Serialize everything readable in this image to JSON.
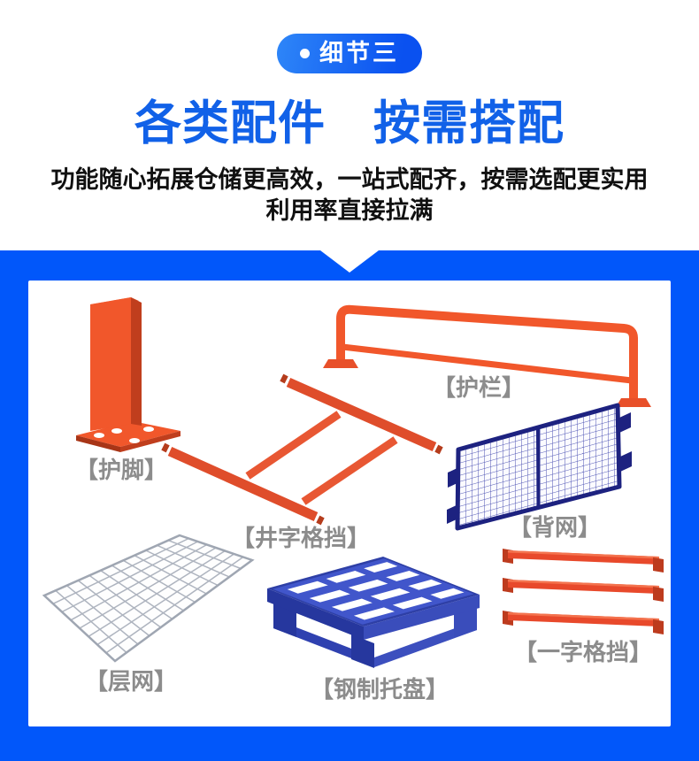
{
  "badge": {
    "label": "细节三"
  },
  "header": {
    "title": "各类配件　按需搭配",
    "subtitle_line1": "功能随心拓展仓储更高效，一站式配齐，按需选配更实用",
    "subtitle_line2": "利用率直接拉满"
  },
  "products": [
    {
      "id": "corner-guard",
      "label": "【护脚】"
    },
    {
      "id": "guardrail",
      "label": "【护栏】"
    },
    {
      "id": "grid-baffle",
      "label": "【井字格挡】"
    },
    {
      "id": "back-mesh",
      "label": "【背网】"
    },
    {
      "id": "layer-mesh",
      "label": "【层网】"
    },
    {
      "id": "steel-pallet",
      "label": "【钢制托盘】"
    },
    {
      "id": "straight-baffle",
      "label": "【一字格挡】"
    }
  ],
  "colors": {
    "section_blue": "#0157FA",
    "title_blue": "#1161E8",
    "badge_gradient_start": "#2E86F8",
    "badge_gradient_end": "#0A51F0",
    "product_orange": "#F1572B",
    "mesh_navy": "#1D2280",
    "pallet_blue": "#4156CB",
    "wire_gray": "#AEB4BF",
    "label_gray": "#8C8C8C"
  }
}
